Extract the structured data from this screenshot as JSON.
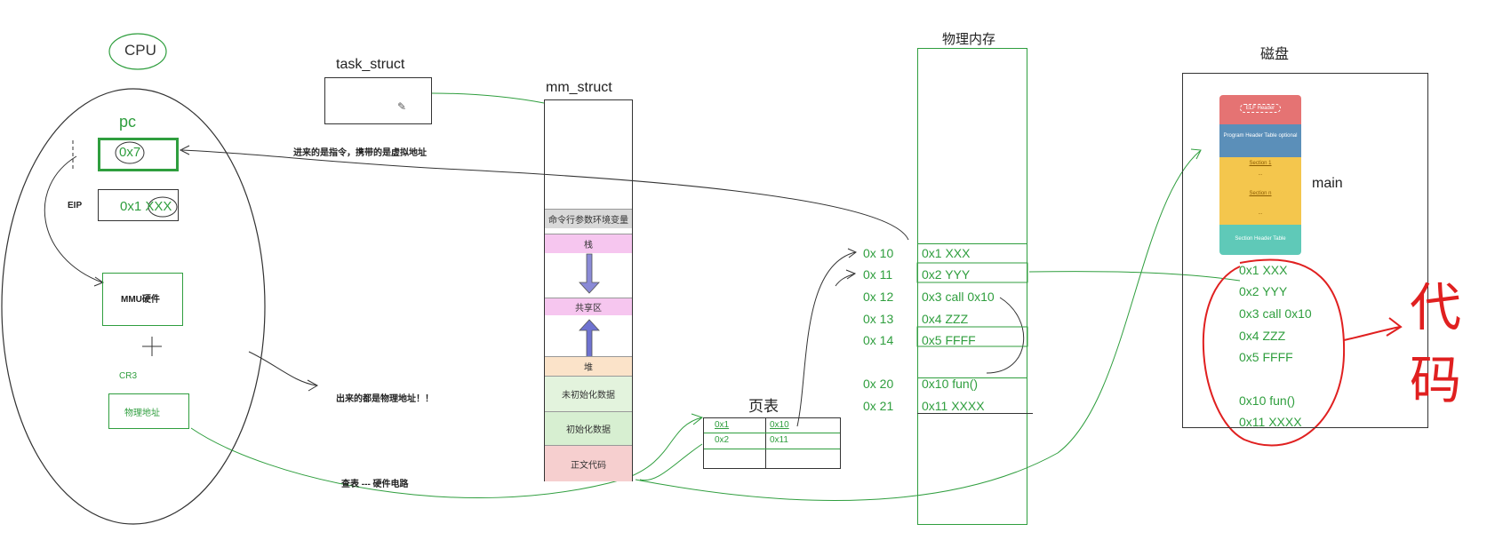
{
  "cpu": {
    "title": "CPU",
    "pc_label": "pc",
    "pc_value": "0x7",
    "eip_label": "EIP",
    "eip_value": "0x1 XXX",
    "mmu_label": "MMU硬件",
    "plus": "+",
    "cr3_label": "CR3",
    "phys_addr_label": "物理地址"
  },
  "task_struct": {
    "label": "task_struct"
  },
  "mm_struct": {
    "label": "mm_struct",
    "segments": [
      "命令行参数环境变量",
      "栈",
      "共享区",
      "堆",
      "未初始化数据",
      "初始化数据",
      "正文代码"
    ]
  },
  "annotations": {
    "incoming": "进来的是指令，携带的是虚拟地址",
    "outgoing": "出来的都是物理地址！！",
    "lookup": "查表 --- 硬件电路"
  },
  "page_table": {
    "title": "页表",
    "rows": [
      {
        "virtual": "0x1",
        "physical": "0x10"
      },
      {
        "virtual": "0x2",
        "physical": "0x11"
      }
    ]
  },
  "physical_memory": {
    "title": "物理内存",
    "rows": [
      {
        "address": "0x 10",
        "content": "0x1 XXX"
      },
      {
        "address": "0x 11",
        "content": "0x2 YYY"
      },
      {
        "address": "0x 12",
        "content": "0x3  call 0x10"
      },
      {
        "address": "0x 13",
        "content": "0x4  ZZZ"
      },
      {
        "address": "0x 14",
        "content": "0x5  FFFF"
      },
      {
        "address": "0x 20",
        "content": "0x10 fun()"
      },
      {
        "address": "0x 21",
        "content": "0x11  XXXX"
      }
    ]
  },
  "disk": {
    "title": "磁盘",
    "main_label": "main",
    "elf": {
      "header": "ELF Header",
      "program_header": "Program Header Table optional",
      "section1": "Section 1",
      "dots1": "...",
      "section_n": "Section n",
      "dots2": "...",
      "section_header": "Section Header Table"
    },
    "code_lines": [
      "0x1 XXX",
      "0x2 YYY",
      "0x3  call 0x10",
      "0x4  ZZZ",
      "0x5  FFFF",
      "0x10 fun()",
      "0x11  XXXX"
    ],
    "handwritten": "代码"
  },
  "colors": {
    "green": "#2f9e3e",
    "red": "#e02020",
    "stack_pink": "#f6c6ef",
    "heap_peach": "#fbe3c9",
    "bss_green": "#e3f3dd",
    "data_green": "#d7efd1",
    "text_pink": "#f6cfcf",
    "elf_red": "#e57373",
    "elf_blue": "#5b8fb9",
    "elf_yellow": "#f4c64d",
    "elf_teal": "#5fc9b8"
  }
}
